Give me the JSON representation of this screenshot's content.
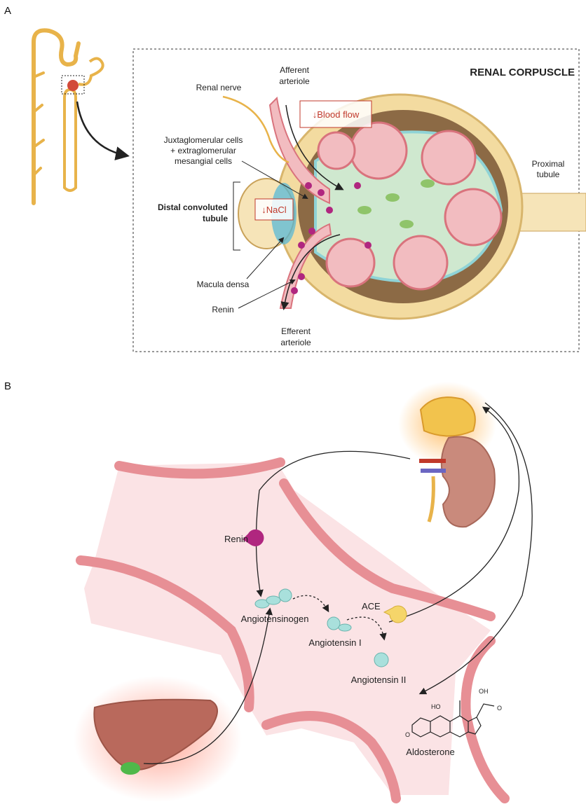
{
  "panels": {
    "a": "A",
    "b": "B"
  },
  "panel_a": {
    "title": "RENAL CORPUSCLE",
    "labels": {
      "afferent_1": "Afferent",
      "afferent_2": "arteriole",
      "renal_nerve": "Renal nerve",
      "blood_flow": "↓Blood flow",
      "jg_1": "Juxtaglomerular cells",
      "jg_2": "+ extraglomerular",
      "jg_3": "mesangial cells",
      "dct_1": "Distal convoluted",
      "dct_2": "tubule",
      "nacl": "↓NaCl",
      "macula_densa": "Macula densa",
      "renin": "Renin",
      "efferent_1": "Efferent",
      "efferent_2": "arteriole",
      "proximal_1": "Proximal",
      "proximal_2": "tubule"
    }
  },
  "panel_b": {
    "labels": {
      "renin": "Renin",
      "angiotensinogen": "Angiotensinogen",
      "ace": "ACE",
      "angiotensin_1": "Angiotensin I",
      "angiotensin_2": "Angiotensin II",
      "aldosterone": "Aldosterone",
      "oh_top": "OH",
      "oh_left": "HO",
      "o_right": "O",
      "o_left": "O"
    }
  },
  "colors": {
    "vessel_wall": "#e78f95",
    "vessel_lumen": "#fbe3e5",
    "tubule_gold": "#e8b34a",
    "capsule_brown": "#8c6a45",
    "mesangium_green": "#d9efd2",
    "podocyte_teal": "#8fd3d6",
    "renin_magenta": "#b0267f",
    "ace_yellow": "#f5d56a",
    "peptide_cyan": "#a9e0dc",
    "kidney": "#c98a7c",
    "liver": "#b9695c"
  }
}
